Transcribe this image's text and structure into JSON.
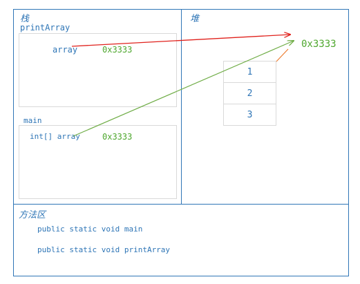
{
  "stack": {
    "label": "栈",
    "printArray": {
      "title": "printArray",
      "var_name": "array",
      "var_value": "0x3333"
    },
    "main": {
      "title": "main",
      "var_name": "int[] array",
      "var_value": "0x3333"
    }
  },
  "heap": {
    "label": "堆",
    "address": "0x3333",
    "cells": [
      "1",
      "2",
      "3"
    ]
  },
  "method_area": {
    "label": "方法区",
    "methods": [
      "public static void main",
      "public static void printArray"
    ]
  },
  "colors": {
    "border": "#2e75b6",
    "text_blue": "#2e75b6",
    "value_green": "#4ea72e",
    "arrow_red": "#e0201b",
    "arrow_green": "#70ad47",
    "arrow_orange": "#ed7d31"
  }
}
